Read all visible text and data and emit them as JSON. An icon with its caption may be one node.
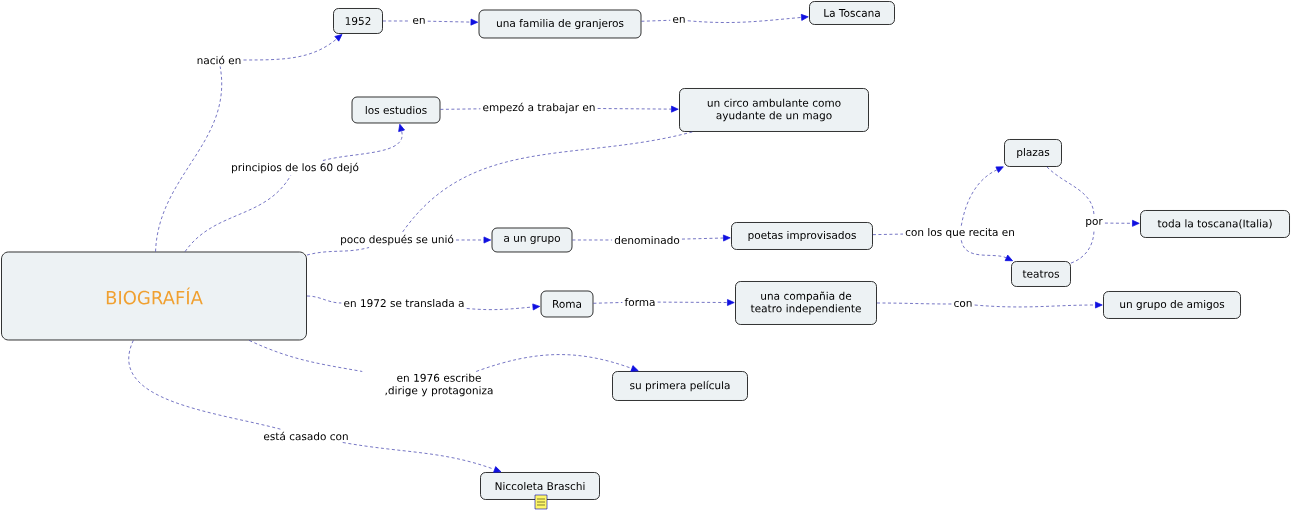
{
  "diagram": {
    "nodes": [
      {
        "text": [
          "BIOGRAFÍA"
        ]
      },
      {
        "text": [
          "nació en"
        ]
      },
      {
        "text": [
          "1952"
        ]
      },
      {
        "text": [
          "en"
        ]
      },
      {
        "text": [
          "una familia de granjeros"
        ]
      },
      {
        "text": [
          "en"
        ]
      },
      {
        "text": [
          "La Toscana"
        ]
      },
      {
        "text": [
          "principios de los 60 dejó"
        ]
      },
      {
        "text": [
          "los estudios"
        ]
      },
      {
        "text": [
          "empezó a trabajar en"
        ]
      },
      {
        "text": [
          "un circo ambulante como ayudante de un mago"
        ]
      },
      {
        "text": [
          "poco después se unió"
        ]
      },
      {
        "text": [
          "a un grupo"
        ]
      },
      {
        "text": [
          "denominado"
        ]
      },
      {
        "text": [
          "poetas improvisados"
        ]
      },
      {
        "text": [
          "con los que recita en"
        ]
      },
      {
        "text": [
          "plazas"
        ]
      },
      {
        "text": [
          "teatros"
        ]
      },
      {
        "text": [
          "por"
        ]
      },
      {
        "text": [
          "toda la toscana(Italia)"
        ]
      },
      {
        "text": [
          "en 1972 se translada a"
        ]
      },
      {
        "text": [
          "Roma"
        ]
      },
      {
        "text": [
          "forma"
        ]
      },
      {
        "text": [
          "una compañia de teatro independiente"
        ]
      },
      {
        "text": [
          "con"
        ]
      },
      {
        "text": [
          "un grupo de amigos"
        ]
      },
      {
        "text": [
          "en 1976 escribe ,dirige y protagoniza"
        ]
      },
      {
        "text": [
          "su primera película"
        ]
      },
      {
        "text": [
          "está casado con"
        ]
      },
      {
        "text": [
          "Niccoleta Braschi"
        ]
      }
    ],
    "edges": [
      {
        "from": 0,
        "to": 1,
        "arrow": "none"
      },
      {
        "from": 1,
        "to": 2,
        "arrow": "to"
      },
      {
        "from": 2,
        "to": 3,
        "arrow": "none"
      },
      {
        "from": 3,
        "to": 4,
        "arrow": "to"
      },
      {
        "from": 4,
        "to": 5,
        "arrow": "none"
      },
      {
        "from": 5,
        "to": 6,
        "arrow": "to"
      },
      {
        "from": 0,
        "to": 7,
        "arrow": "none"
      },
      {
        "from": 7,
        "to": 8,
        "arrow": "to"
      },
      {
        "from": 8,
        "to": 9,
        "arrow": "none"
      },
      {
        "from": 9,
        "to": 10,
        "arrow": "to"
      },
      {
        "from": 10,
        "to": 11,
        "arrow": "none"
      },
      {
        "from": 0,
        "to": 11,
        "arrow": "none"
      },
      {
        "from": 11,
        "to": 12,
        "arrow": "to"
      },
      {
        "from": 12,
        "to": 13,
        "arrow": "none"
      },
      {
        "from": 13,
        "to": 14,
        "arrow": "to"
      },
      {
        "from": 14,
        "to": 15,
        "arrow": "none"
      },
      {
        "from": 15,
        "to": 16,
        "arrow": "to"
      },
      {
        "from": 15,
        "to": 17,
        "arrow": "to"
      },
      {
        "from": 16,
        "to": 18,
        "arrow": "none"
      },
      {
        "from": 17,
        "to": 18,
        "arrow": "none"
      },
      {
        "from": 18,
        "to": 19,
        "arrow": "to"
      },
      {
        "from": 0,
        "to": 20,
        "arrow": "none"
      },
      {
        "from": 20,
        "to": 21,
        "arrow": "to"
      },
      {
        "from": 21,
        "to": 22,
        "arrow": "none"
      },
      {
        "from": 22,
        "to": 23,
        "arrow": "to"
      },
      {
        "from": 23,
        "to": 24,
        "arrow": "none"
      },
      {
        "from": 24,
        "to": 25,
        "arrow": "to"
      },
      {
        "from": 0,
        "to": 26,
        "arrow": "none"
      },
      {
        "from": 26,
        "to": 27,
        "arrow": "to"
      },
      {
        "from": 0,
        "to": 28,
        "arrow": "none"
      },
      {
        "from": 28,
        "to": 29,
        "arrow": "to"
      }
    ]
  }
}
